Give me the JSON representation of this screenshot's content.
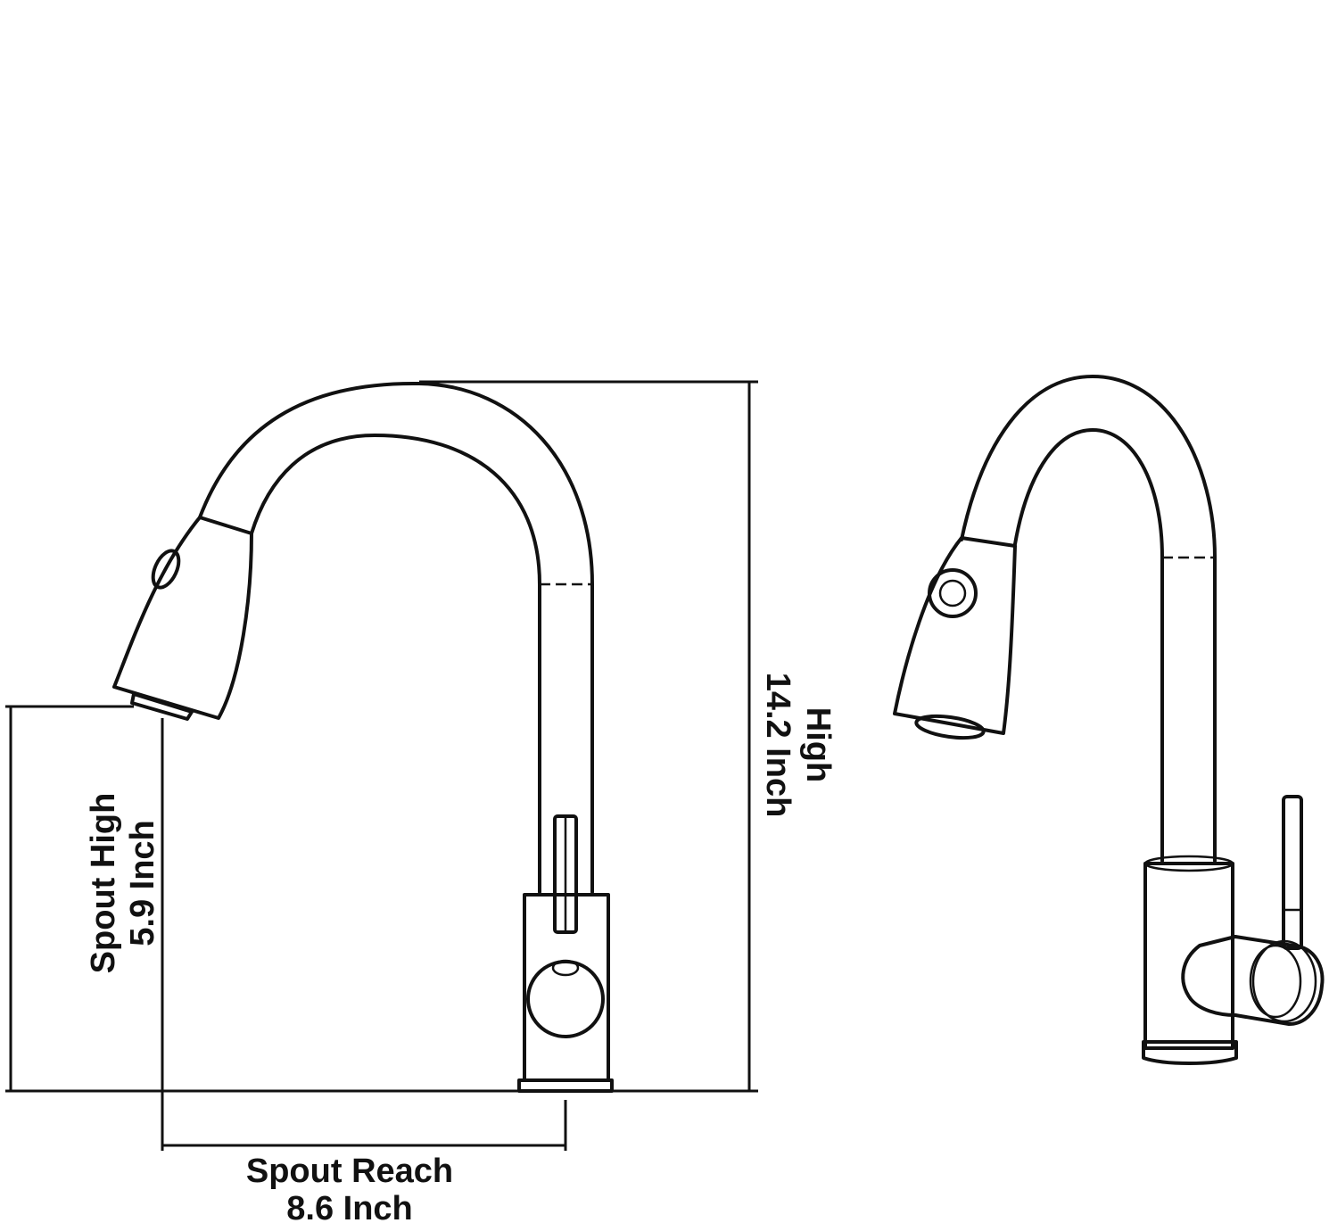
{
  "dimensions": {
    "spout_high": {
      "label": "Spout High",
      "value": "5.9 Inch"
    },
    "high": {
      "label": "High",
      "value": "14.2 Inch"
    },
    "spout_reach": {
      "label": "Spout Reach",
      "value": "8.6 Inch"
    }
  },
  "colors": {
    "line": "#111111",
    "background": "#ffffff"
  }
}
